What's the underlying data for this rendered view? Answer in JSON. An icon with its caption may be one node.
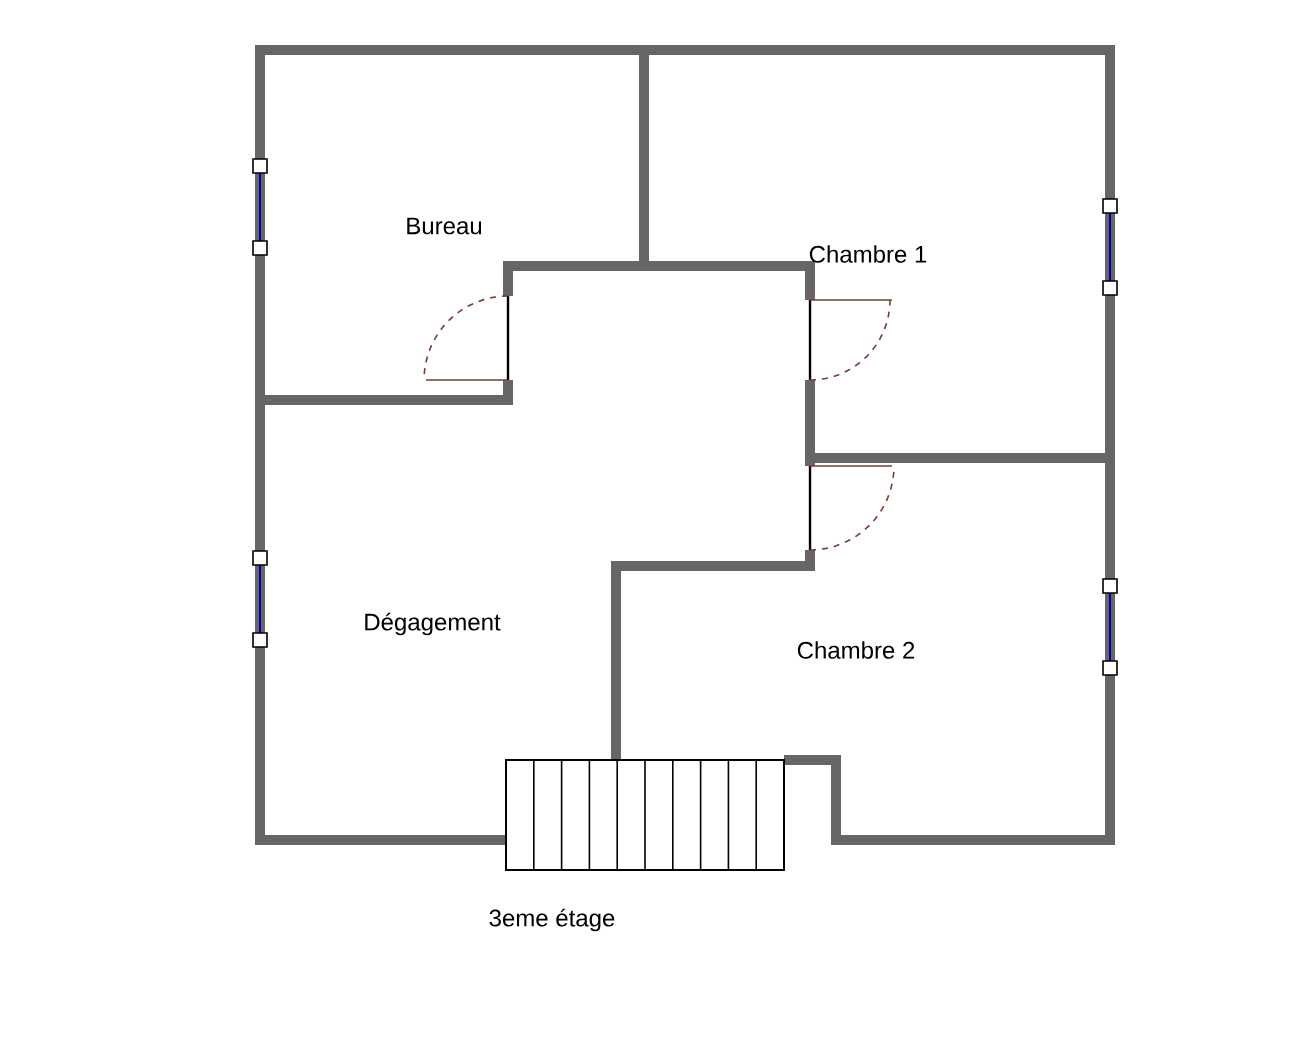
{
  "diagram": {
    "caption": "3eme étage",
    "labels": [
      "Bureau",
      "Chambre 1",
      "Dégagement",
      "Chambre 2"
    ]
  }
}
